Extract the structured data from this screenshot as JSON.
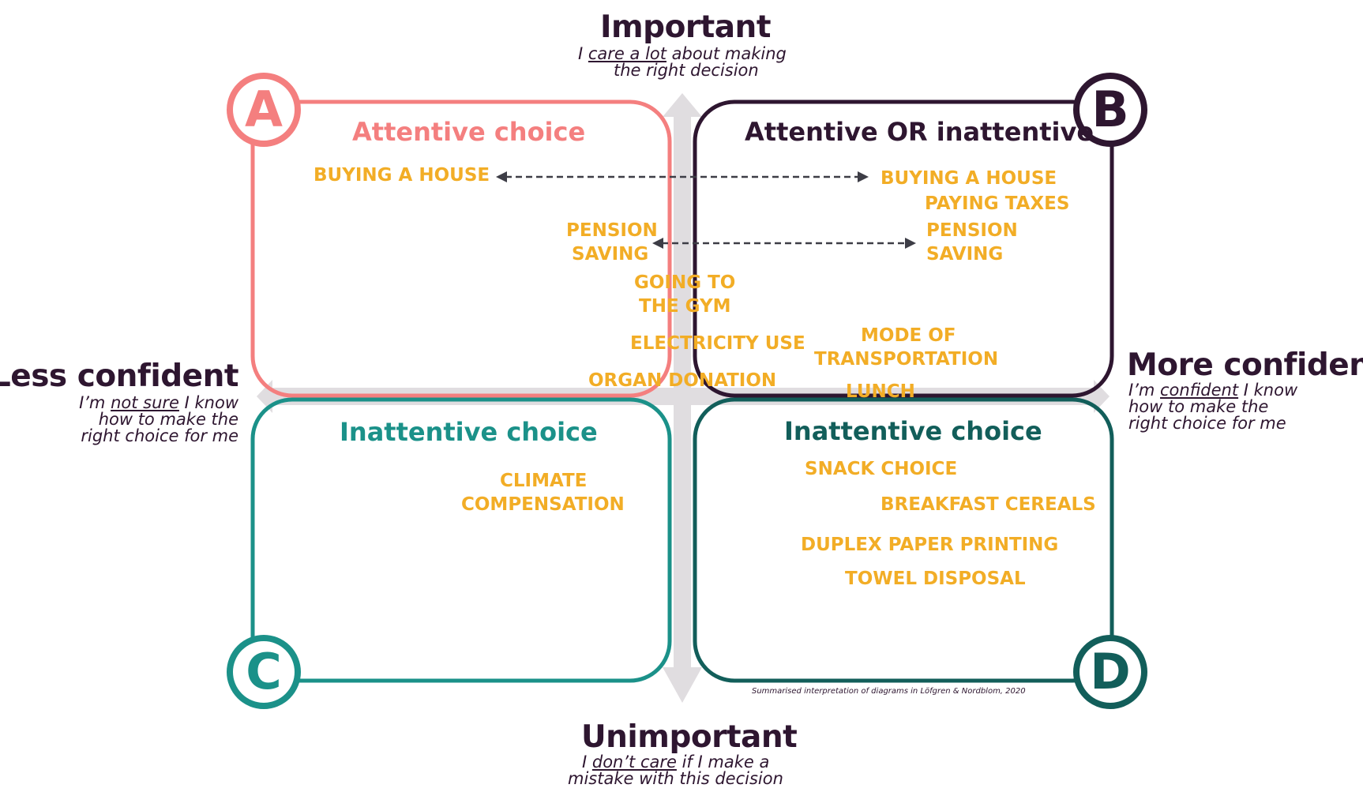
{
  "colors": {
    "dark": "#2e1630",
    "pink": "#f47f7f",
    "teal": "#1b9189",
    "dark_teal": "#125e5a",
    "orange": "#f2ad26",
    "arrow_grey": "#e0dde0",
    "dashed_arrow": "#3d3d46"
  },
  "axes": {
    "top": {
      "title": "Important",
      "sub_pre": "I ",
      "sub_u": "care a lot",
      "sub_post": " about making",
      "sub_line2": "the right decision"
    },
    "bottom": {
      "title": "Unimportant",
      "sub_pre": "I ",
      "sub_u": "don’t care",
      "sub_post": " if I make a",
      "sub_line2": "mistake with this decision"
    },
    "left": {
      "title": "Less confident",
      "sub_pre": "I’m ",
      "sub_u": "not sure",
      "sub_post": " I know",
      "sub_line2": "how to make the",
      "sub_line3": "right choice for me"
    },
    "right": {
      "title": "More confident",
      "sub_pre": "I’m ",
      "sub_u": "confident",
      "sub_post": " I know",
      "sub_line2": "how to make the",
      "sub_line3": "right choice for me"
    }
  },
  "quadrants": {
    "a": {
      "letter": "A",
      "title": "Attentive choice"
    },
    "b": {
      "letter": "B",
      "title": "Attentive OR inattentive"
    },
    "c": {
      "letter": "C",
      "title": "Inattentive choice"
    },
    "d": {
      "letter": "D",
      "title": "Inattentive choice"
    }
  },
  "items": {
    "buying_house_a": "BUYING A HOUSE",
    "buying_house_b": "BUYING A HOUSE",
    "paying_taxes": "PAYING TAXES",
    "pension_a_1": "PENSION",
    "pension_a_2": "SAVING",
    "pension_b_1": "PENSION",
    "pension_b_2": "SAVING",
    "gym_1": "GOING TO",
    "gym_2": "THE GYM",
    "electricity": "ELECTRICITY USE",
    "transport_1": "MODE OF",
    "transport_2": "TRANSPORTATION",
    "organ": "ORGAN DONATION",
    "lunch": "LUNCH",
    "climate_1": "CLIMATE",
    "climate_2": "COMPENSATION",
    "snack": "SNACK CHOICE",
    "cereals": "BREAKFAST CEREALS",
    "duplex": "DUPLEX PAPER PRINTING",
    "towel": "TOWEL DISPOSAL"
  },
  "footnote": "Summarised interpretation of diagrams in Löfgren & Nordblom, 2020"
}
